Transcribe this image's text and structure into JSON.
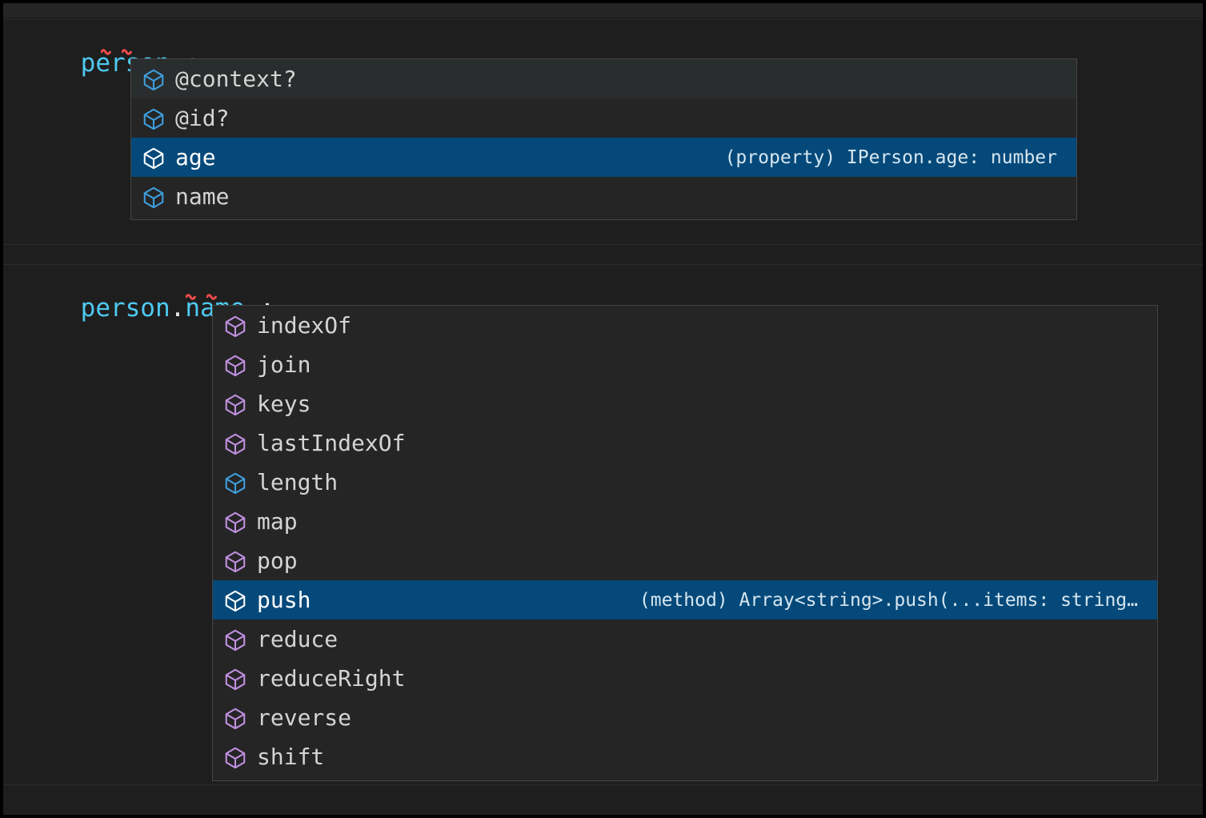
{
  "editor": {
    "lines": [
      {
        "id": "line-1",
        "ident": "person",
        "punct": ".;"
      },
      {
        "id": "line-2",
        "ident_a": "person",
        "dot_a": ".",
        "ident_b": "name",
        "punct": ".;"
      }
    ]
  },
  "suggest_panel_1": {
    "name": "person-member-suggestions",
    "items": [
      {
        "label": "@context?",
        "icon": "property-cube-icon",
        "icon_color": "#3f9fdd",
        "state": "hovered",
        "detail": ""
      },
      {
        "label": "@id?",
        "icon": "property-cube-icon",
        "icon_color": "#3f9fdd",
        "state": "normal",
        "detail": ""
      },
      {
        "label": "age",
        "icon": "property-cube-icon",
        "icon_color": "#ffffff",
        "state": "selected",
        "detail": "(property) IPerson.age: number"
      },
      {
        "label": "name",
        "icon": "property-cube-icon",
        "icon_color": "#3f9fdd",
        "state": "normal",
        "detail": ""
      }
    ]
  },
  "suggest_panel_2": {
    "name": "person-name-member-suggestions",
    "items": [
      {
        "label": "indexOf",
        "icon": "method-cube-icon",
        "icon_color": "#c191e0",
        "state": "normal",
        "detail": ""
      },
      {
        "label": "join",
        "icon": "method-cube-icon",
        "icon_color": "#c191e0",
        "state": "normal",
        "detail": ""
      },
      {
        "label": "keys",
        "icon": "method-cube-icon",
        "icon_color": "#c191e0",
        "state": "normal",
        "detail": ""
      },
      {
        "label": "lastIndexOf",
        "icon": "method-cube-icon",
        "icon_color": "#c191e0",
        "state": "normal",
        "detail": ""
      },
      {
        "label": "length",
        "icon": "property-cube-icon",
        "icon_color": "#3f9fdd",
        "state": "normal",
        "detail": ""
      },
      {
        "label": "map",
        "icon": "method-cube-icon",
        "icon_color": "#c191e0",
        "state": "normal",
        "detail": ""
      },
      {
        "label": "pop",
        "icon": "method-cube-icon",
        "icon_color": "#c191e0",
        "state": "normal",
        "detail": ""
      },
      {
        "label": "push",
        "icon": "method-cube-icon",
        "icon_color": "#ffffff",
        "state": "selected",
        "detail": "(method) Array<string>.push(...items: string…"
      },
      {
        "label": "reduce",
        "icon": "method-cube-icon",
        "icon_color": "#c191e0",
        "state": "normal",
        "detail": ""
      },
      {
        "label": "reduceRight",
        "icon": "method-cube-icon",
        "icon_color": "#c191e0",
        "state": "normal",
        "detail": ""
      },
      {
        "label": "reverse",
        "icon": "method-cube-icon",
        "icon_color": "#c191e0",
        "state": "normal",
        "detail": ""
      },
      {
        "label": "shift",
        "icon": "method-cube-icon",
        "icon_color": "#c191e0",
        "state": "normal",
        "detail": ""
      }
    ]
  },
  "theme": {
    "background": "#1e1e1e",
    "panel_background": "#252526",
    "panel_border": "#454545",
    "selection_background": "#04497a",
    "hover_background": "#2a2d2e",
    "identifier_color": "#4ec9f0",
    "text_color": "#d4d4d4",
    "error_squiggle_color": "#f04b4b",
    "property_icon_color": "#3f9fdd",
    "method_icon_color": "#c191e0"
  }
}
